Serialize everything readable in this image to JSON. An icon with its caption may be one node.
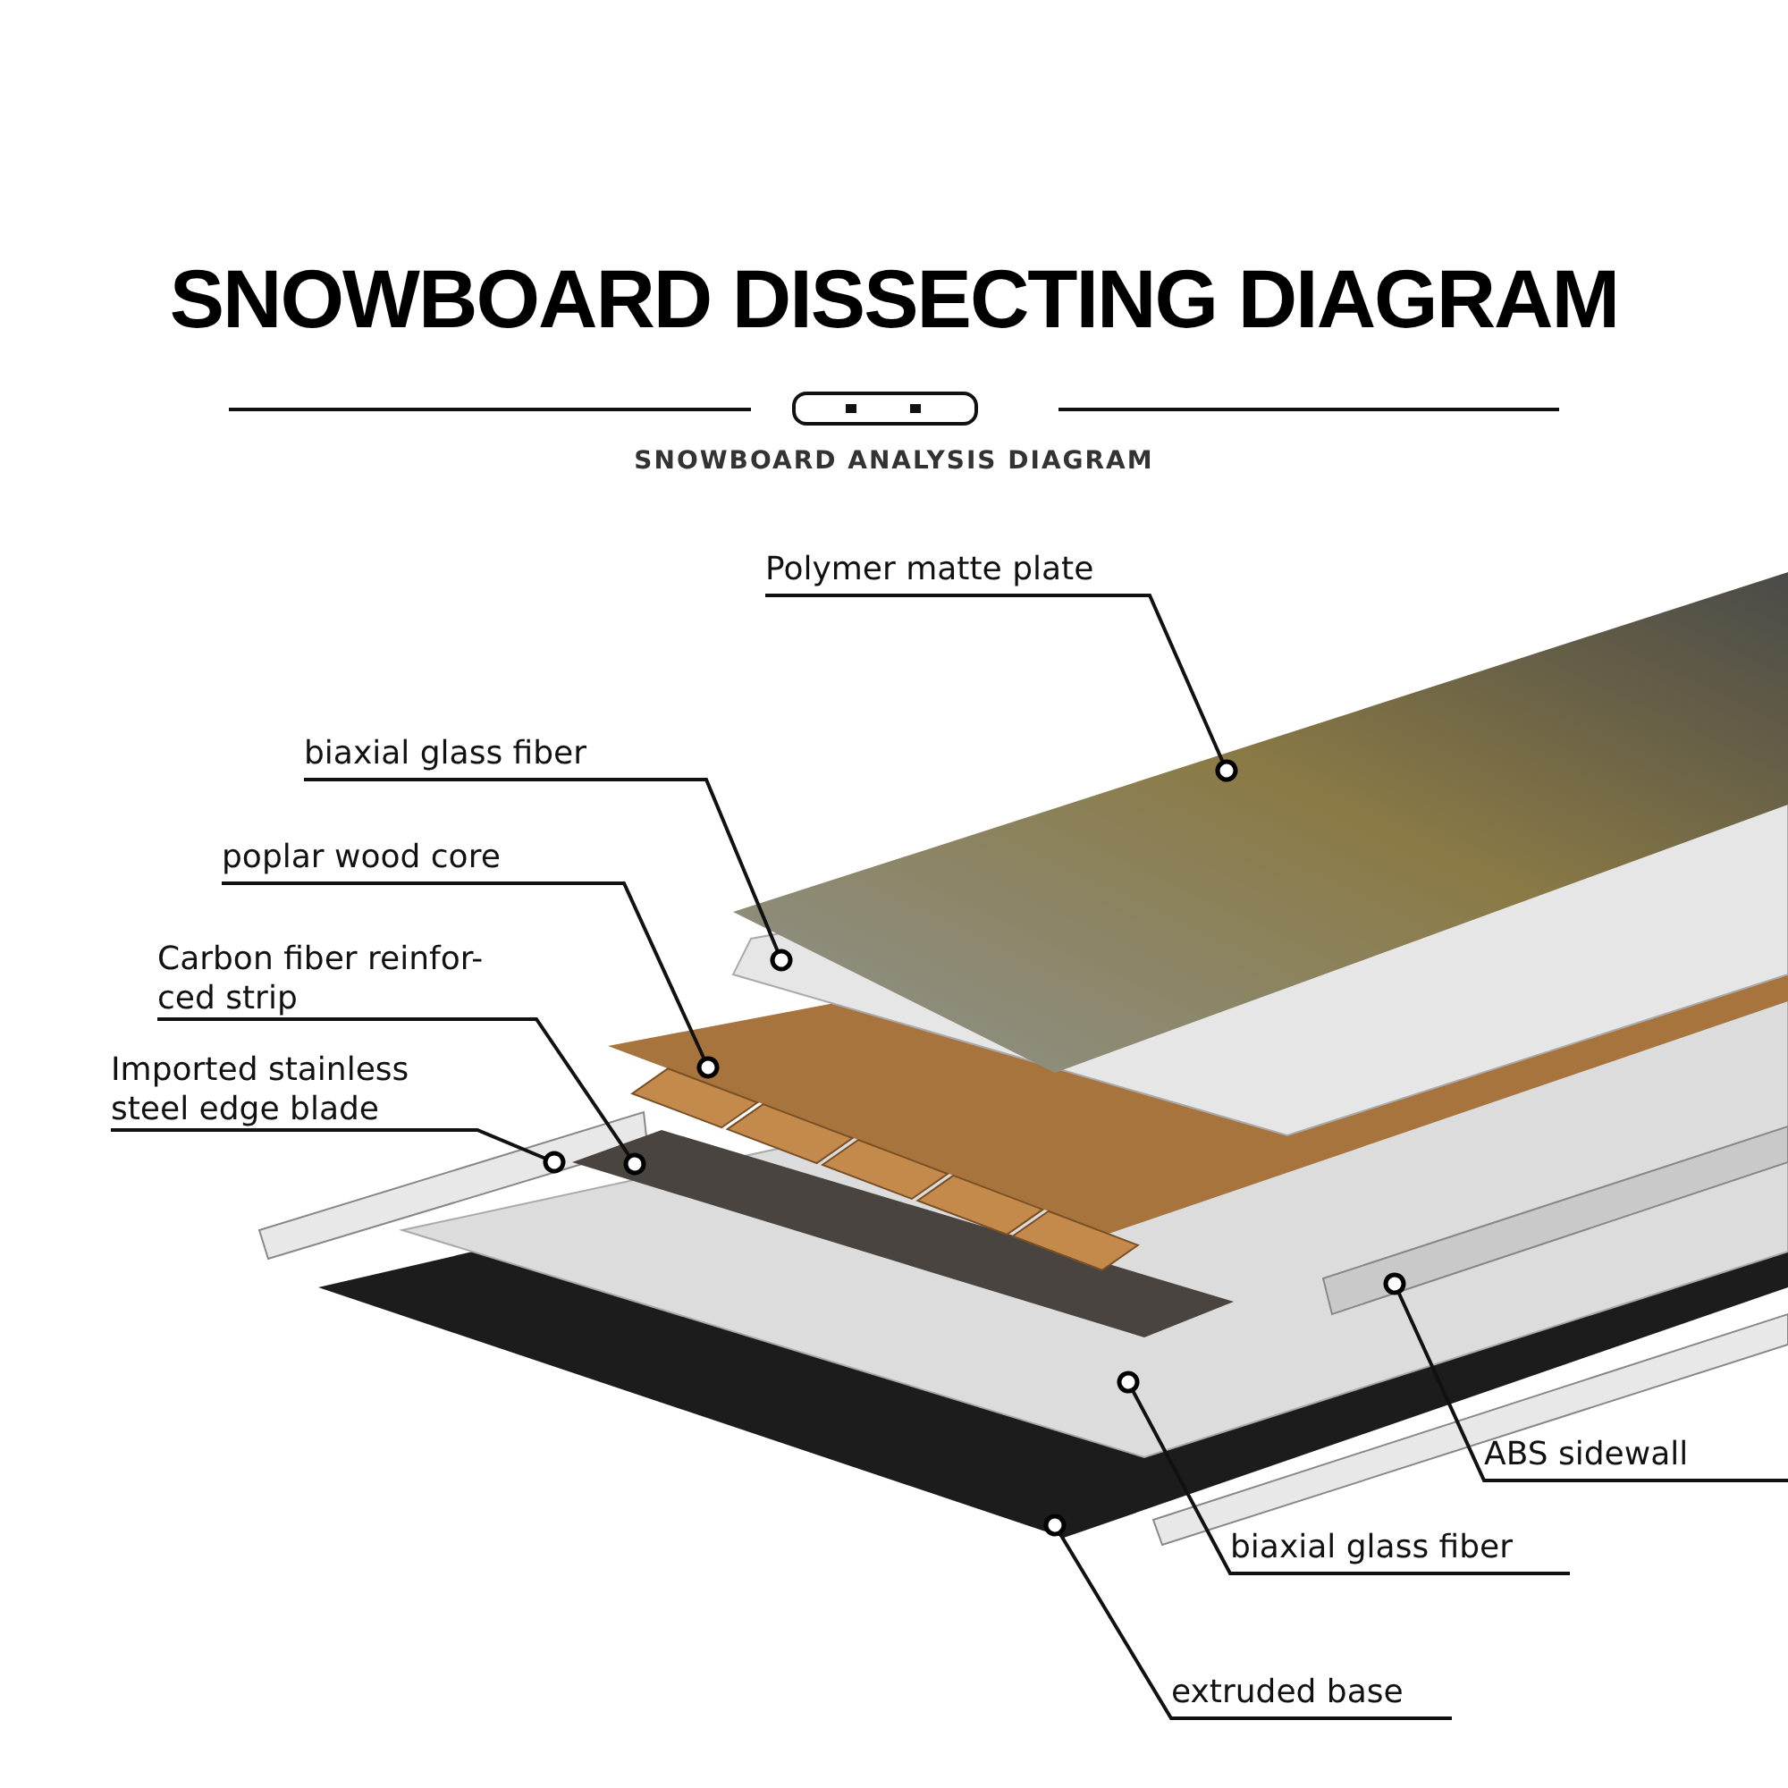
{
  "diagram": {
    "title": "SNOWBOARD DISSECTING DIAGRAM",
    "nodes": [
      {
        "text": [
          "Polymer matte plate"
        ]
      },
      {
        "text": [
          "biaxial glass fiber"
        ]
      },
      {
        "text": [
          "poplar wood core"
        ]
      },
      {
        "text": [
          "Carbon fiber reinfor- ced strip"
        ]
      },
      {
        "text": [
          "Imported stainless steel edge blade"
        ]
      },
      {
        "text": [
          "ABS sidewall"
        ]
      },
      {
        "text": [
          "biaxial glass fiber"
        ]
      },
      {
        "text": [
          "extruded base"
        ]
      }
    ],
    "edges": [
      {
        "from": 0,
        "to": null,
        "arrow": "other"
      },
      {
        "from": 1,
        "to": null,
        "arrow": "other"
      },
      {
        "from": 2,
        "to": null,
        "arrow": "other"
      },
      {
        "from": 3,
        "to": null,
        "arrow": "other"
      },
      {
        "from": 4,
        "to": null,
        "arrow": "other"
      },
      {
        "from": 5,
        "to": null,
        "arrow": "other"
      },
      {
        "from": 6,
        "to": null,
        "arrow": "other"
      },
      {
        "from": 7,
        "to": null,
        "arrow": "other"
      }
    ],
    "labels": [
      "SNOWBOARD ANALYSIS DIAGRAM"
    ]
  }
}
